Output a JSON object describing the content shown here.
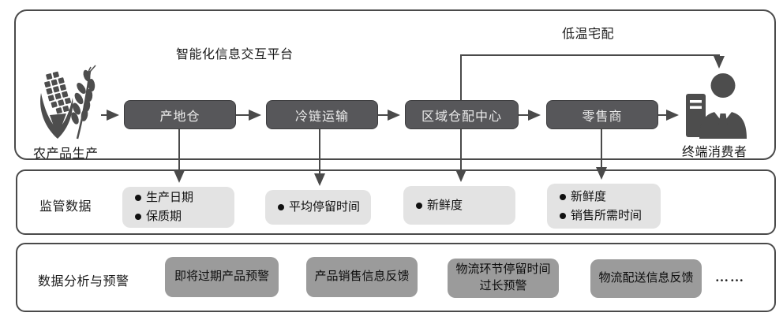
{
  "diagram": {
    "top_panel": {
      "platform_label": "智能化信息交互平台",
      "cold_delivery_label": "低温宅配",
      "producer_label": "农产品生产",
      "consumer_label": "终端消费者",
      "stages": [
        {
          "label": "产地仓"
        },
        {
          "label": "冷链运输"
        },
        {
          "label": "区域仓配中心"
        },
        {
          "label": "零售商"
        }
      ]
    },
    "supervision_panel": {
      "title": "监管数据",
      "data_boxes": [
        {
          "items": [
            "生产日期",
            "保质期"
          ]
        },
        {
          "items": [
            "平均停留时间"
          ]
        },
        {
          "items": [
            "新鲜度"
          ]
        },
        {
          "items": [
            "新鲜度",
            "销售所需时间"
          ]
        }
      ]
    },
    "analysis_panel": {
      "title": "数据分析与预警",
      "warnings": [
        "即将过期产品预警",
        "产品销售信息反馈",
        "物流环节停留时间过长预警",
        "物流配送信息反馈"
      ],
      "ellipsis": "……"
    },
    "icons": {
      "producer": "corn-wheat-icon",
      "consumer": "business-person-icon"
    },
    "colors": {
      "stage_box_bg": "#57575a",
      "stage_box_text": "#ececec",
      "data_box_bg": "#e3e3e3",
      "warning_box_bg": "#9b9b9b",
      "panel_border": "#4a4a4a",
      "line": "#4a4a4a",
      "icon": "#4d4d4d",
      "text": "#1a1a1a"
    }
  }
}
